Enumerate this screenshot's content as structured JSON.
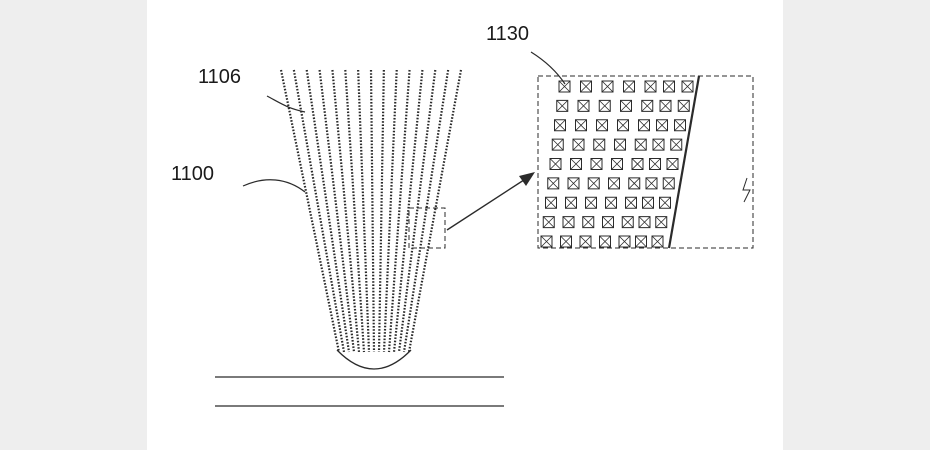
{
  "figure": {
    "labels": {
      "beam": "1106",
      "array": "1100",
      "inset": "1130"
    },
    "colors": {
      "ink": "#2b2b2b",
      "page": "#ffffff",
      "margin": "#eeeeee"
    },
    "diagram": {
      "beamline_count": 15,
      "inset_rows": 9,
      "inset_cells_per_row": 7
    }
  }
}
